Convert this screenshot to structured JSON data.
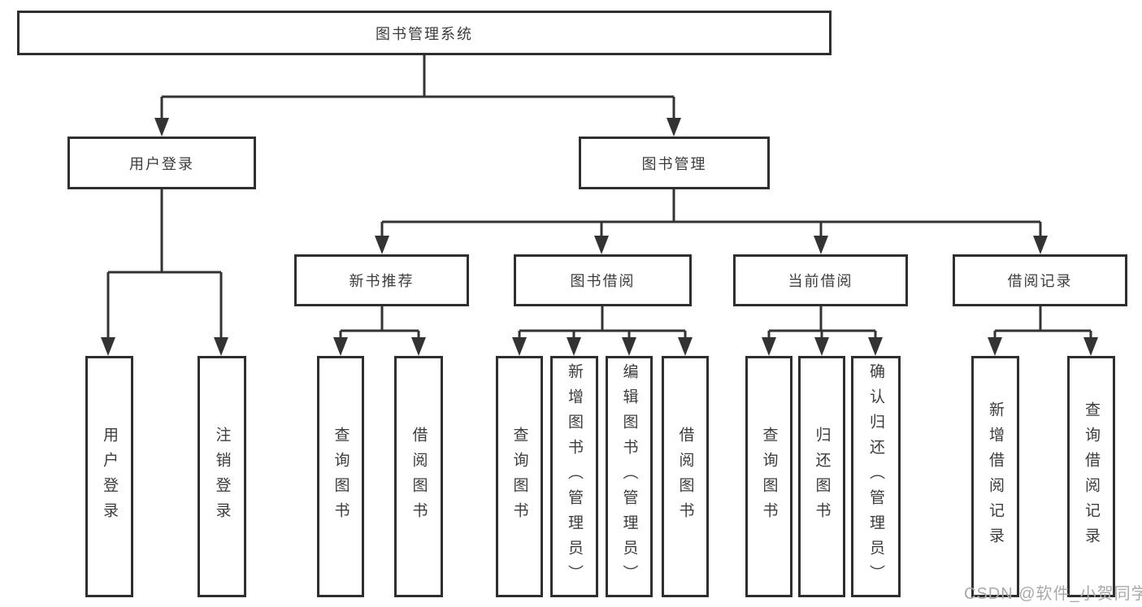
{
  "diagram": {
    "title": "图书管理系统",
    "type": "hierarchy-tree",
    "hierarchy": {
      "图书管理系统": {
        "用户登录": [
          "用户登录",
          "注销登录"
        ],
        "图书管理": {
          "新书推荐": [
            "查询图书",
            "借阅图书"
          ],
          "图书借阅": [
            "查询图书",
            "新增图书（管理员）",
            "编辑图书（管理员）",
            "借阅图书"
          ],
          "当前借阅": [
            "查询图书",
            "归还图书",
            "确认归还（管理员）"
          ],
          "借阅记录": [
            "新增借阅记录",
            "查询借阅记录"
          ]
        }
      }
    }
  },
  "nodes": {
    "root": {
      "label": "图书管理系统"
    },
    "user_login": {
      "label": "用户登录"
    },
    "book_management": {
      "label": "图书管理"
    },
    "new_book_recommend": {
      "label": "新书推荐"
    },
    "book_borrowing": {
      "label": "图书借阅"
    },
    "current_borrowing": {
      "label": "当前借阅"
    },
    "borrowing_records": {
      "label": "借阅记录"
    },
    "leaf_user_login": {
      "label": "用户登录"
    },
    "leaf_logout": {
      "label": "注销登录"
    },
    "leaf_nb_query_books": {
      "label": "查询图书"
    },
    "leaf_nb_borrow_books": {
      "label": "借阅图书"
    },
    "leaf_bb_query_books": {
      "label": "查询图书"
    },
    "leaf_bb_add_books": {
      "label": "新增图书（管理员）"
    },
    "leaf_bb_edit_books": {
      "label": "编辑图书（管理员）"
    },
    "leaf_bb_borrow_books": {
      "label": "借阅图书"
    },
    "leaf_cb_query_books": {
      "label": "查询图书"
    },
    "leaf_cb_return_books": {
      "label": "归还图书"
    },
    "leaf_cb_confirm_return": {
      "label": "确认归还（管理员）"
    },
    "leaf_br_add_record": {
      "label": "新增借阅记录"
    },
    "leaf_br_query_record": {
      "label": "查询借阅记录"
    }
  },
  "watermark": {
    "text": "CSDN @软件_小贺同学",
    "color": "#a9a9a9"
  },
  "colors": {
    "background": "#ffffff",
    "box_border": "#2f2f2f",
    "connector_line": "#333333",
    "text": "#3c3c3c"
  }
}
